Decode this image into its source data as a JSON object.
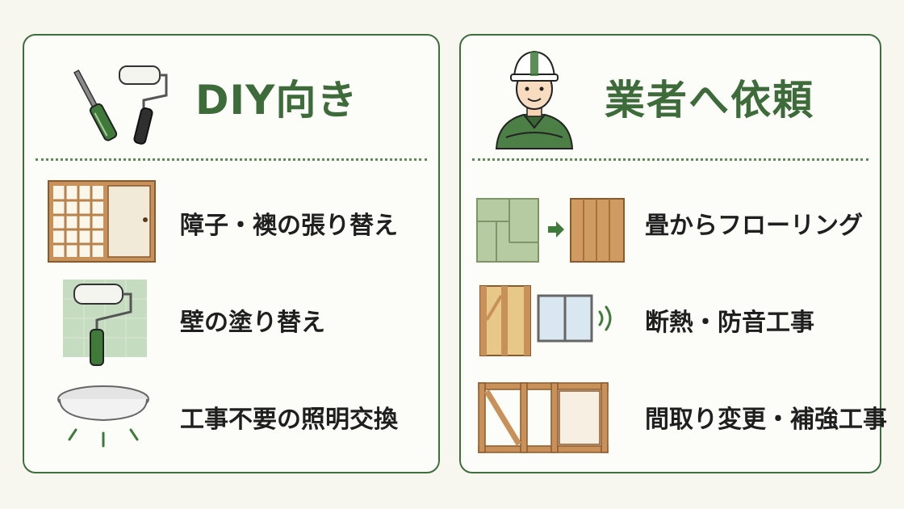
{
  "left_panel": {
    "title": "DIY向き",
    "items": [
      {
        "label": "障子・襖の張り替え",
        "icon": "shoji-door-icon"
      },
      {
        "label": "壁の塗り替え",
        "icon": "paint-roller-wall-icon"
      },
      {
        "label": "工事不要の照明交換",
        "icon": "ceiling-light-icon"
      }
    ],
    "header_icon": "screwdriver-roller-icon"
  },
  "right_panel": {
    "title": "業者へ依頼",
    "items": [
      {
        "label": "畳からフローリング",
        "icon": "tatami-to-flooring-icon"
      },
      {
        "label": "断熱・防音工事",
        "icon": "insulation-window-icon"
      },
      {
        "label": "間取り変更・補強工事",
        "icon": "wall-frame-icon"
      }
    ],
    "header_icon": "contractor-worker-icon"
  },
  "colors": {
    "accent_green": "#3d6b3a",
    "border_green": "#3e6e3c",
    "background": "#f7f6ef",
    "wood": "#c8915a"
  }
}
